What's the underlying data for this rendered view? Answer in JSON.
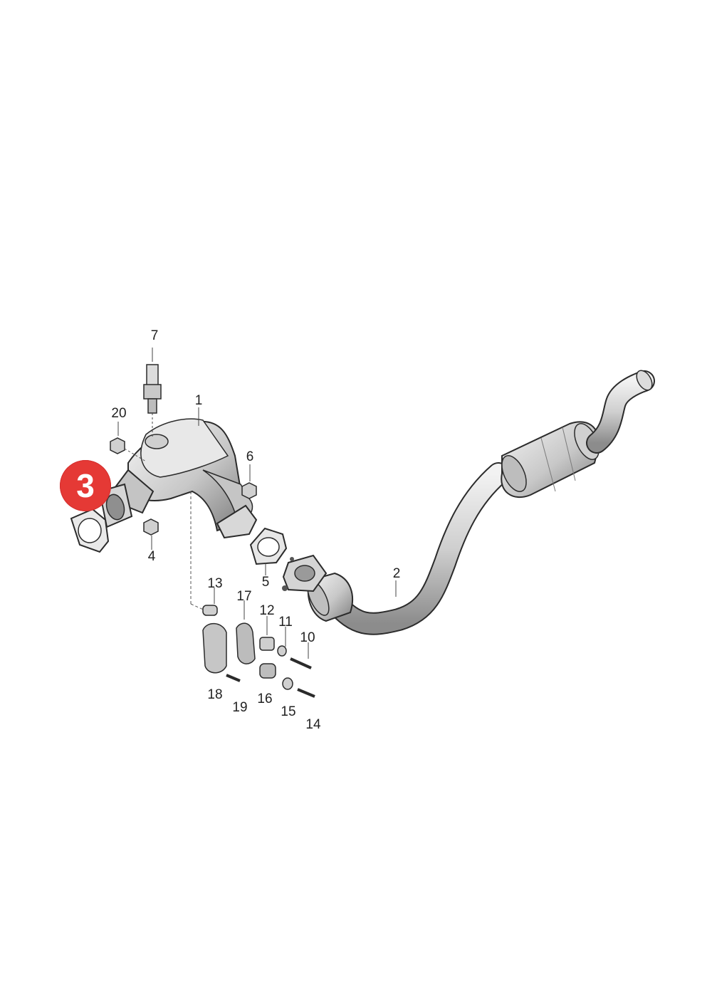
{
  "diagram": {
    "callouts": [
      {
        "id": "part-1",
        "text": "1"
      },
      {
        "id": "part-2",
        "text": "2"
      },
      {
        "id": "part-4",
        "text": "4"
      },
      {
        "id": "part-5",
        "text": "5"
      },
      {
        "id": "part-6",
        "text": "6"
      },
      {
        "id": "part-7",
        "text": "7"
      },
      {
        "id": "part-10",
        "text": "10"
      },
      {
        "id": "part-11",
        "text": "11"
      },
      {
        "id": "part-12",
        "text": "12"
      },
      {
        "id": "part-13",
        "text": "13"
      },
      {
        "id": "part-14",
        "text": "14"
      },
      {
        "id": "part-15",
        "text": "15"
      },
      {
        "id": "part-16",
        "text": "16"
      },
      {
        "id": "part-17",
        "text": "17"
      },
      {
        "id": "part-18",
        "text": "18"
      },
      {
        "id": "part-19",
        "text": "19"
      },
      {
        "id": "part-20",
        "text": "20"
      }
    ],
    "highlight": {
      "text": "3",
      "color": "#e53935"
    },
    "colors": {
      "metal_fill": "#d8d8d8",
      "metal_dark": "#9a9a9a",
      "outline": "#2b2b2b",
      "label": "#222222"
    }
  }
}
